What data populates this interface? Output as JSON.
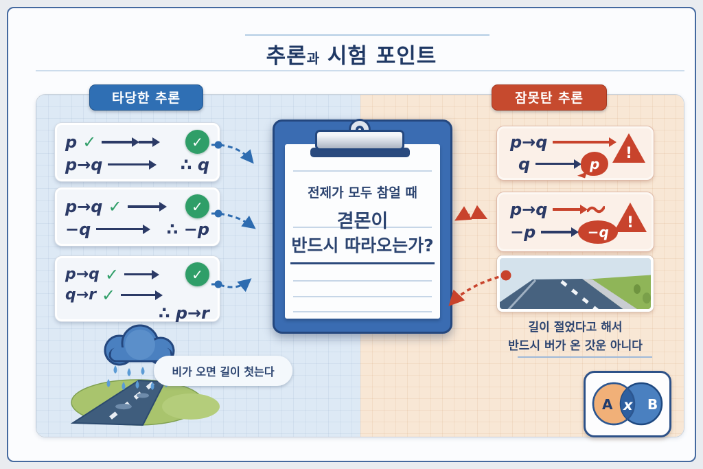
{
  "title": {
    "part1": "추론",
    "part2": "과",
    "part3": " 시험 포인트"
  },
  "left": {
    "badge": "타당한 추론",
    "box1": {
      "r1_term": "p",
      "r2_premise": "p→q",
      "r2_conclusion": "∴ q"
    },
    "box2": {
      "r1_premise": "p→q",
      "r2_premise": "−q",
      "r2_conclusion": "∴ −p"
    },
    "box3": {
      "r1_premise": "p→q",
      "r2_premise": "q→r",
      "r3_conclusion": "∴ p→r"
    },
    "speech_bubble": "비가 오면 길이 첫는다"
  },
  "clipboard": {
    "line1": "전제가 모두 참얼 때",
    "line2": "겯몬이",
    "line3": "반드시 따라오는가?"
  },
  "right": {
    "badge": "잠못탄 추론",
    "box1": {
      "r1_premise": "p→q",
      "r2_premise": "q",
      "r2_wrong": "p"
    },
    "box2": {
      "r1_premise": "p→q",
      "r2_premise": "−p",
      "r2_wrong": "−q"
    },
    "caption_line1": "길이 절었다고 해서",
    "caption_line2": "반드시 버가 온 갓운 아니다",
    "venn": {
      "left_label": "A",
      "right_label": "B",
      "intersection_label": "x"
    }
  },
  "icons": {
    "check": "✓",
    "warning": "!"
  },
  "colors": {
    "accent_blue": "#2f6fb4",
    "accent_red": "#c8432c",
    "navy_text": "#2c4470",
    "green_check": "#2f9e68"
  }
}
